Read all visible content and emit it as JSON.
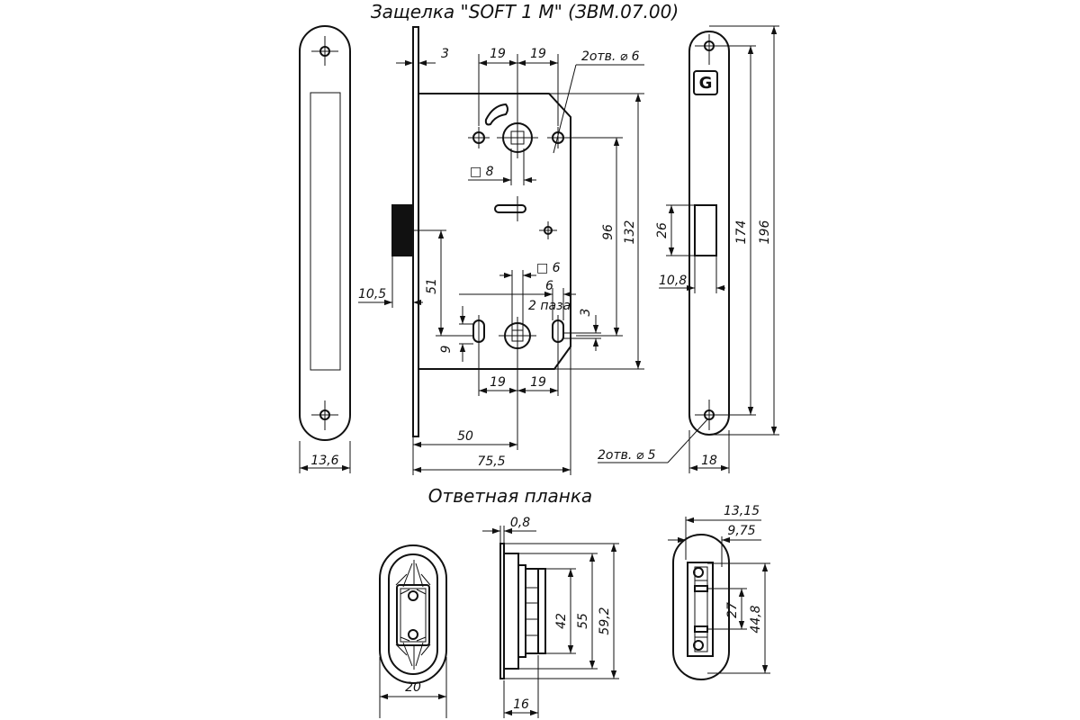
{
  "titles": {
    "latch": "Защелка \"SOFT 1 M\" (ЗВМ.07.00)",
    "strike": "Ответная планка"
  },
  "dims": {
    "d3": "3",
    "d19_tl": "19",
    "d19_tr": "19",
    "holes_top": "2отв. ⌀ 6",
    "sq8": "□ 8",
    "sq6": "□ 6",
    "d6": "6",
    "slots": "2 паза",
    "d3b": "3",
    "d96": "96",
    "d132": "132",
    "d51": "51",
    "d10_5": "10,5",
    "d9": "9",
    "d19_bl": "19",
    "d19_br": "19",
    "d50": "50",
    "d75_5": "75,5",
    "d13_6": "13,6",
    "d26": "26",
    "d10_8": "10,8",
    "d174": "174",
    "d196": "196",
    "holes_bot": "2отв. ⌀ 5",
    "d18": "18",
    "d0_8": "0,8",
    "d42": "42",
    "d55": "55",
    "d59_2": "59,2",
    "d20": "20",
    "d16": "16",
    "d13_15": "13,15",
    "d9_75": "9,75",
    "d27": "27",
    "d44_8": "44,8"
  },
  "logo": {
    "letter": "G"
  }
}
